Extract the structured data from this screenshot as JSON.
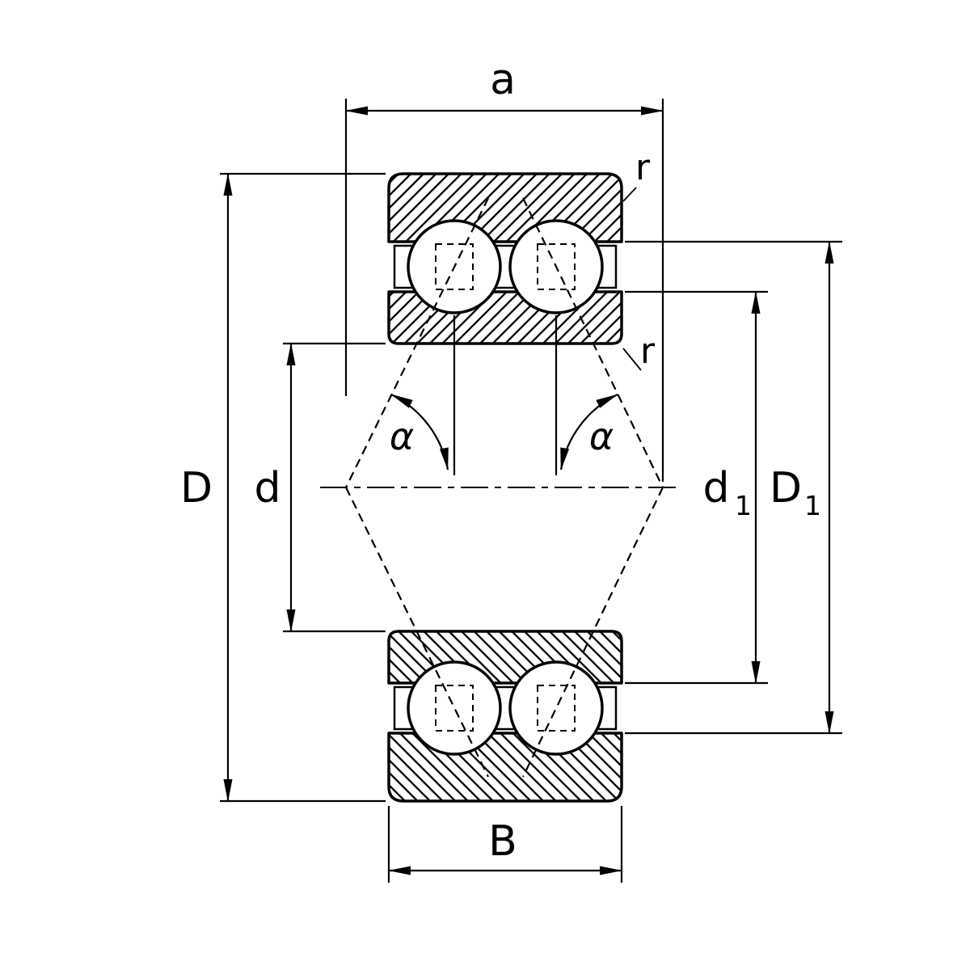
{
  "colors": {
    "line": "#000000",
    "background": "#ffffff"
  },
  "labels": {
    "a": "a",
    "r_top": "r",
    "r_mid": "r",
    "D": "D",
    "d": "d",
    "alpha_left": "α",
    "alpha_right": "α",
    "d1_base": "d",
    "d1_sub": "1",
    "D1_base": "D",
    "D1_sub": "1",
    "B": "B"
  }
}
